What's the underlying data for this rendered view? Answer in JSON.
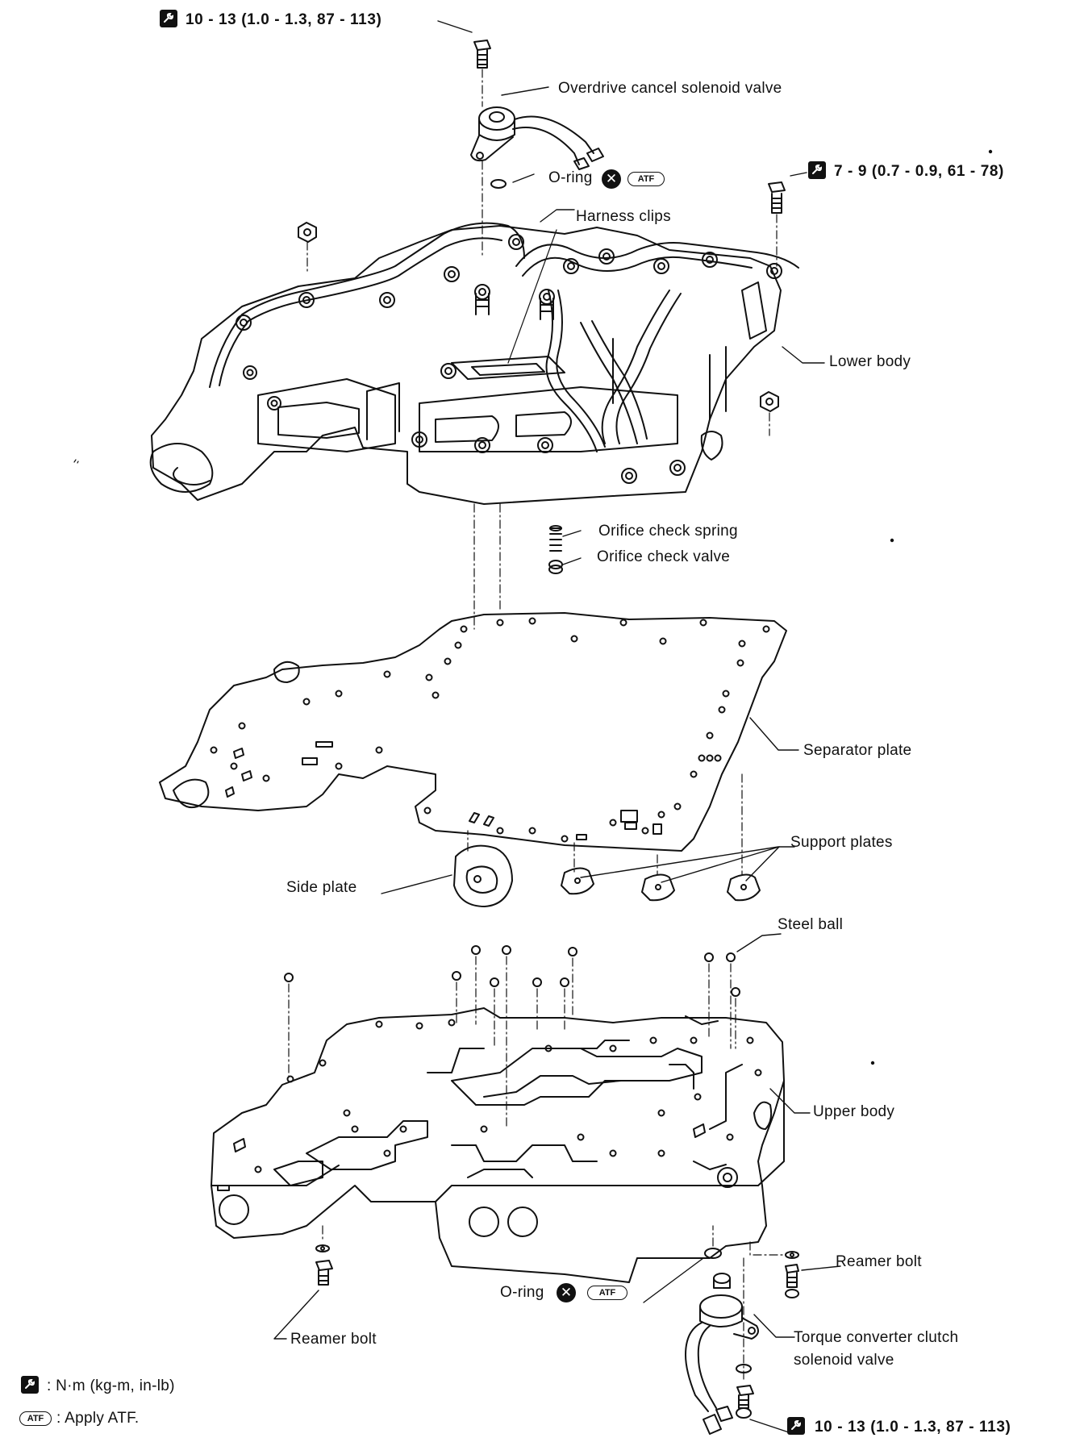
{
  "torque": {
    "top": "10 - 13 (1.0 - 1.3, 87 - 113)",
    "right": "7 - 9 (0.7 - 0.9, 61 - 78)",
    "bottom": "10 - 13 (1.0 - 1.3, 87 - 113)"
  },
  "labels": {
    "overdrive_cancel_solenoid_valve": "Overdrive cancel solenoid valve",
    "o_ring_top": "O-ring",
    "harness_clips": "Harness clips",
    "lower_body": "Lower body",
    "orifice_check_spring": "Orifice check spring",
    "orifice_check_valve": "Orifice check valve",
    "separator_plate": "Separator plate",
    "support_plates": "Support plates",
    "side_plate": "Side plate",
    "steel_ball": "Steel ball",
    "upper_body": "Upper body",
    "reamer_bolt_right": "Reamer bolt",
    "o_ring_bottom": "O-ring",
    "reamer_bolt_left": "Reamer bolt",
    "torque_converter_clutch_solenoid_valve_line1": "Torque converter clutch",
    "torque_converter_clutch_solenoid_valve_line2": "solenoid valve"
  },
  "badges": {
    "atf": "ATF"
  },
  "legend": {
    "torque_unit": ": N·m (kg-m, in-lb)",
    "apply_atf": ": Apply ATF."
  },
  "icons": {
    "wrench": "torque-wrench-icon",
    "x": "do-not-reuse-icon",
    "atf": "apply-atf-icon"
  }
}
